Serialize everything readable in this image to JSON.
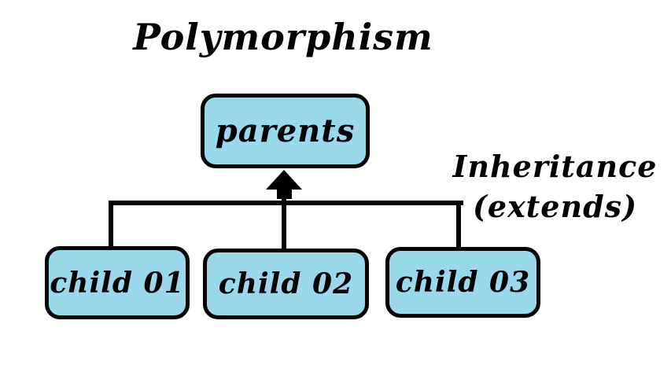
{
  "diagram": {
    "title": "Polymorphism",
    "annotation": {
      "line1": "Inheritance",
      "line2": "(extends)"
    },
    "nodes": {
      "parent": {
        "label": "parents"
      },
      "child1": {
        "label": "child 01"
      },
      "child2": {
        "label": "child 02"
      },
      "child3": {
        "label": "child 03"
      }
    },
    "colors": {
      "node_fill": "#99D9EA",
      "node_border": "#000000",
      "connector": "#000000",
      "text": "#000000",
      "background": "#FFFFFF"
    }
  }
}
